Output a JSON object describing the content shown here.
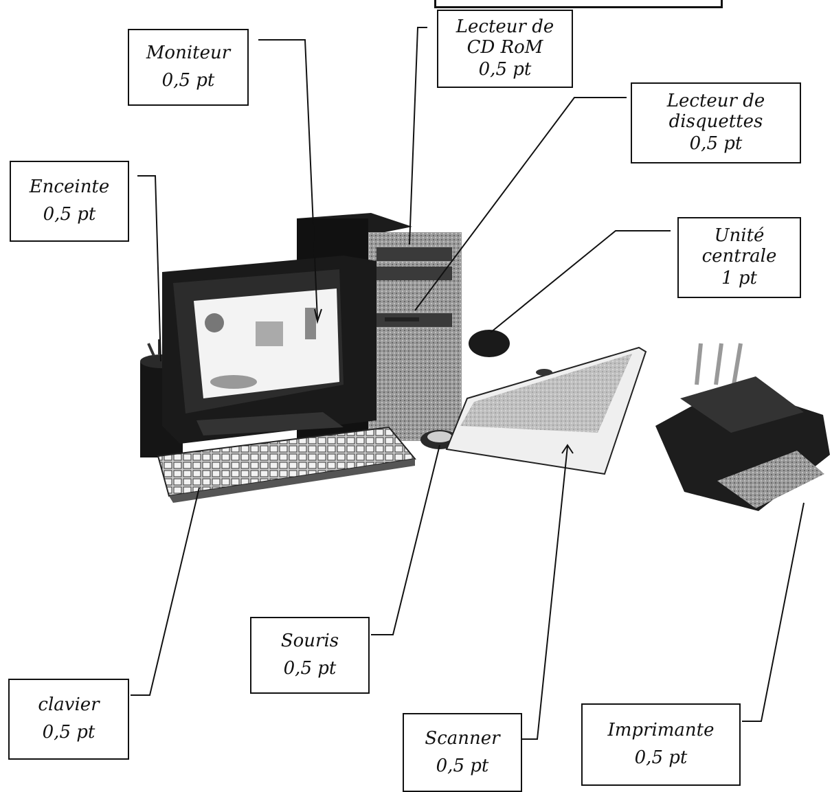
{
  "labels": {
    "moniteur": {
      "name": "Moniteur",
      "points": "0,5 pt"
    },
    "lecteur_cd": {
      "name": "Lecteur de CD RoM",
      "points": "0,5 pt"
    },
    "lecteur_disquettes": {
      "name": "Lecteur de disquettes",
      "points": "0,5 pt"
    },
    "enceinte": {
      "name": "Enceinte",
      "points": "0,5 pt"
    },
    "unite_centrale": {
      "name": "Unité centrale",
      "points": "1 pt"
    },
    "souris": {
      "name": "Souris",
      "points": "0,5 pt"
    },
    "clavier": {
      "name": "clavier",
      "points": "0,5 pt"
    },
    "scanner": {
      "name": "Scanner",
      "points": "0,5 pt"
    },
    "imprimante": {
      "name": "Imprimante",
      "points": "0,5 pt"
    }
  }
}
